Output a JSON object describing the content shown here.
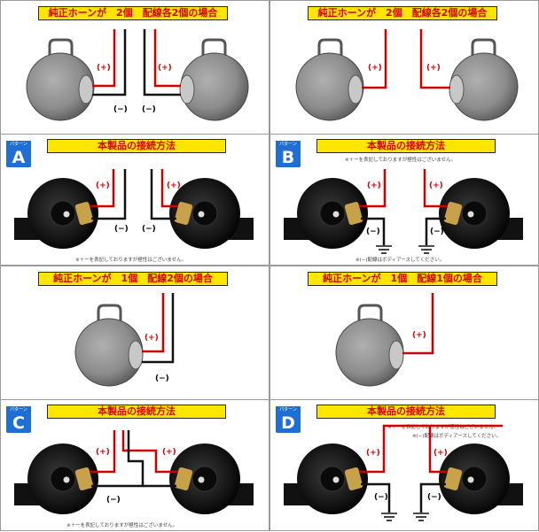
{
  "panels": [
    {
      "id": "A",
      "top_banner": "純正ホーンが　2個　配線各2個の場合",
      "pattern_tag": "パターン",
      "pattern_letter": "A",
      "method_banner": "本製品の接続方法",
      "note_top": "",
      "note_bottom": "※＋ーを表記しておりますが極性はございません。",
      "top_labels": {
        "pos_left": "(+)",
        "pos_right": "(+)",
        "neg_left": "(−)",
        "neg_right": "(−)"
      },
      "bottom_labels": {
        "pos_left": "(+)",
        "pos_right": "(+)",
        "neg_left": "(−)",
        "neg_right": "(−)"
      }
    },
    {
      "id": "B",
      "top_banner": "純正ホーンが　2個　配線各2個の場合",
      "pattern_tag": "パターン",
      "pattern_letter": "B",
      "method_banner": "本製品の接続方法",
      "note_top": "※＋ーを表記しておりますが極性はございません。",
      "note_bottom": "※(−)配線はボディアースしてください。",
      "top_labels": {
        "pos_left": "(+)",
        "pos_right": "(+)"
      },
      "bottom_labels": {
        "pos_left": "(+)",
        "pos_right": "(+)",
        "neg_left": "(−)",
        "neg_right": "(−)"
      }
    },
    {
      "id": "C",
      "top_banner": "純正ホーンが　1個　配線2個の場合",
      "pattern_tag": "パターン",
      "pattern_letter": "C",
      "method_banner": "本製品の接続方法",
      "note_top": "",
      "note_bottom": "※＋ーを表記しておりますが極性はございません。",
      "top_labels": {
        "pos": "(+)",
        "neg": "(−)"
      },
      "bottom_labels": {
        "pos_left": "(+)",
        "pos_right": "(+)",
        "neg": "(−)"
      }
    },
    {
      "id": "D",
      "top_banner": "純正ホーンが　1個　配線1個の場合",
      "pattern_tag": "パターン",
      "pattern_letter": "D",
      "method_banner": "本製品の接続方法",
      "note_top": "※＋ーを表記しておりますが極性はございません。",
      "note_bottom": "※(−)配線はボディアースしてください。",
      "top_labels": {
        "pos": "(+)"
      },
      "bottom_labels": {
        "pos_left": "(+)",
        "pos_right": "(+)",
        "neg_left": "(−)",
        "neg_right": "(−)"
      }
    }
  ],
  "colors": {
    "banner_yellow": "#ffe600",
    "banner_text": "#d40000",
    "pattern_blue": "#1f6ed4",
    "wire_red": "#cc0000",
    "wire_black": "#111111"
  }
}
